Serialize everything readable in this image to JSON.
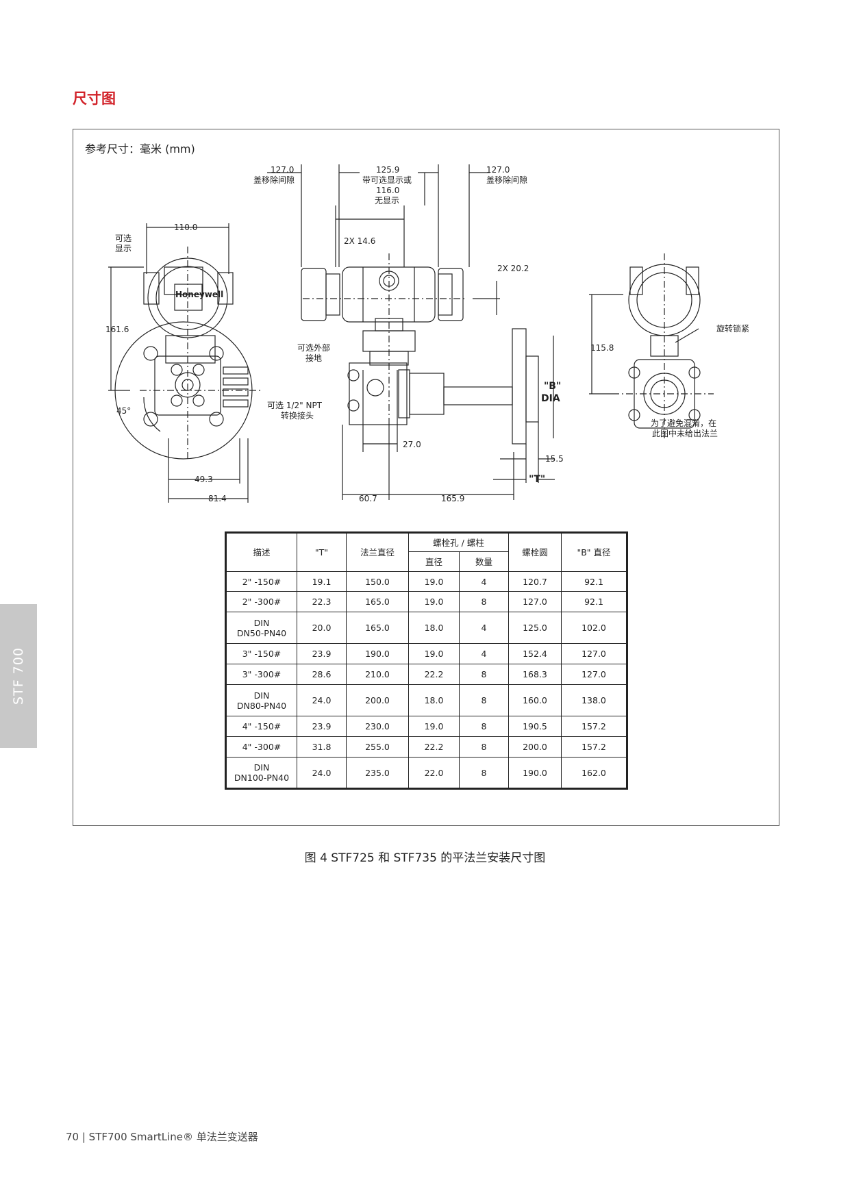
{
  "section_title": "尺寸图",
  "reference_label": "参考尺寸：毫米 (mm)",
  "drawing": {
    "brand_mark": "Honeywell",
    "labels": {
      "dim_127_left": "127.0",
      "cover_clearance_left": "盖移除间隙",
      "dim_125_9": "125.9",
      "with_display_or": "带可选显示或",
      "dim_116_0": "116.0",
      "no_display": "无显示",
      "dim_127_right": "127.0",
      "cover_clearance_right": "盖移除间隙",
      "dim_110": "110.0",
      "optional_display_1": "可选",
      "optional_display_2": "显示",
      "dim_2x14_6": "2X 14.6",
      "dim_2x20_2": "2X 20.2",
      "dim_161_6": "161.6",
      "optional_ground_1": "可选外部",
      "optional_ground_2": "接地",
      "rotation_lock": "旋转锁紧",
      "dim_115_8": "115.8",
      "b_label": "\"B\"",
      "dia_label": "DIA",
      "angle_45": "45°",
      "npt_adapter_1": "可选 1/2\" NPT",
      "npt_adapter_2": "转换接头",
      "dim_27": "27.0",
      "dim_15_5": "15.5",
      "t_label": "\"T\"",
      "dim_49_3": "49.3",
      "dim_81_4": "81.4",
      "dim_60_7": "60.7",
      "dim_165_9": "165.9",
      "note_1": "为了避免混淆，在",
      "note_2": "此图中未给出法兰"
    }
  },
  "table": {
    "headers": {
      "description": "描述",
      "t": "\"T\"",
      "flange_dia": "法兰直径",
      "bolt_group": "螺栓孔 / 螺柱",
      "bolt_dia": "直径",
      "bolt_count": "数量",
      "bolt_circle": "螺栓圆",
      "b_dia": "\"B\" 直径"
    },
    "rows": [
      {
        "desc1": "2\" -150#",
        "desc2": "",
        "t": "19.1",
        "flange": "150.0",
        "dia": "19.0",
        "qty": "4",
        "circle": "120.7",
        "b": "92.1"
      },
      {
        "desc1": "2\" -300#",
        "desc2": "",
        "t": "22.3",
        "flange": "165.0",
        "dia": "19.0",
        "qty": "8",
        "circle": "127.0",
        "b": "92.1"
      },
      {
        "desc1": "DIN",
        "desc2": "DN50-PN40",
        "t": "20.0",
        "flange": "165.0",
        "dia": "18.0",
        "qty": "4",
        "circle": "125.0",
        "b": "102.0"
      },
      {
        "desc1": "3\" -150#",
        "desc2": "",
        "t": "23.9",
        "flange": "190.0",
        "dia": "19.0",
        "qty": "4",
        "circle": "152.4",
        "b": "127.0"
      },
      {
        "desc1": "3\" -300#",
        "desc2": "",
        "t": "28.6",
        "flange": "210.0",
        "dia": "22.2",
        "qty": "8",
        "circle": "168.3",
        "b": "127.0"
      },
      {
        "desc1": "DIN",
        "desc2": "DN80-PN40",
        "t": "24.0",
        "flange": "200.0",
        "dia": "18.0",
        "qty": "8",
        "circle": "160.0",
        "b": "138.0"
      },
      {
        "desc1": "4\" -150#",
        "desc2": "",
        "t": "23.9",
        "flange": "230.0",
        "dia": "19.0",
        "qty": "8",
        "circle": "190.5",
        "b": "157.2"
      },
      {
        "desc1": "4\" -300#",
        "desc2": "",
        "t": "31.8",
        "flange": "255.0",
        "dia": "22.2",
        "qty": "8",
        "circle": "200.0",
        "b": "157.2"
      },
      {
        "desc1": "DIN",
        "desc2": "DN100-PN40",
        "t": "24.0",
        "flange": "235.0",
        "dia": "22.0",
        "qty": "8",
        "circle": "190.0",
        "b": "162.0"
      }
    ]
  },
  "caption": "图 4 STF725 和 STF735 的平法兰安装尺寸图",
  "side_tab": "STF 700",
  "footer": "70 | STF700 SmartLine® 单法兰变送器",
  "colors": {
    "accent": "#d2232a",
    "tab_bg": "#c8c8c8"
  }
}
